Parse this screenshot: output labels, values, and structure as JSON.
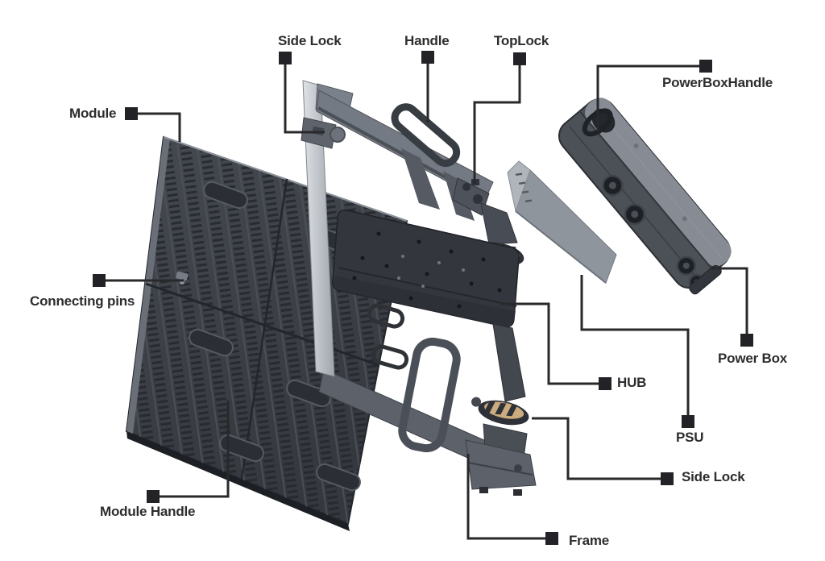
{
  "diagram": {
    "description": "Exploded view of LED display cabinet components",
    "background": "#ffffff",
    "colors": {
      "label_text": "#2d2d2f",
      "marker": "#232327",
      "leader_line": "#29292b",
      "module_body": "#41454c",
      "module_slot": "#24272d",
      "frame_gray": "#747a83",
      "light_bar": "#ccd0d5",
      "hub_plate": "#33363c",
      "psu_top": "#c8ccd1",
      "psu_front": "#8f959c",
      "power_box_top": "#878c94",
      "power_box_side": "#4c5057",
      "lock_gold": "#c9a87c"
    },
    "labels": [
      {
        "id": "module",
        "text": "Module"
      },
      {
        "id": "side-lock-top",
        "text": "Side Lock"
      },
      {
        "id": "handle",
        "text": "Handle"
      },
      {
        "id": "top-lock",
        "text": "TopLock"
      },
      {
        "id": "power-box-handle",
        "text": "PowerBoxHandle"
      },
      {
        "id": "connecting-pins",
        "text": "Connecting pins"
      },
      {
        "id": "module-handle",
        "text": "Module Handle"
      },
      {
        "id": "hub",
        "text": "HUB"
      },
      {
        "id": "power-box",
        "text": "Power Box"
      },
      {
        "id": "psu",
        "text": "PSU"
      },
      {
        "id": "side-lock-right",
        "text": "Side Lock"
      },
      {
        "id": "frame",
        "text": "Frame"
      }
    ]
  }
}
